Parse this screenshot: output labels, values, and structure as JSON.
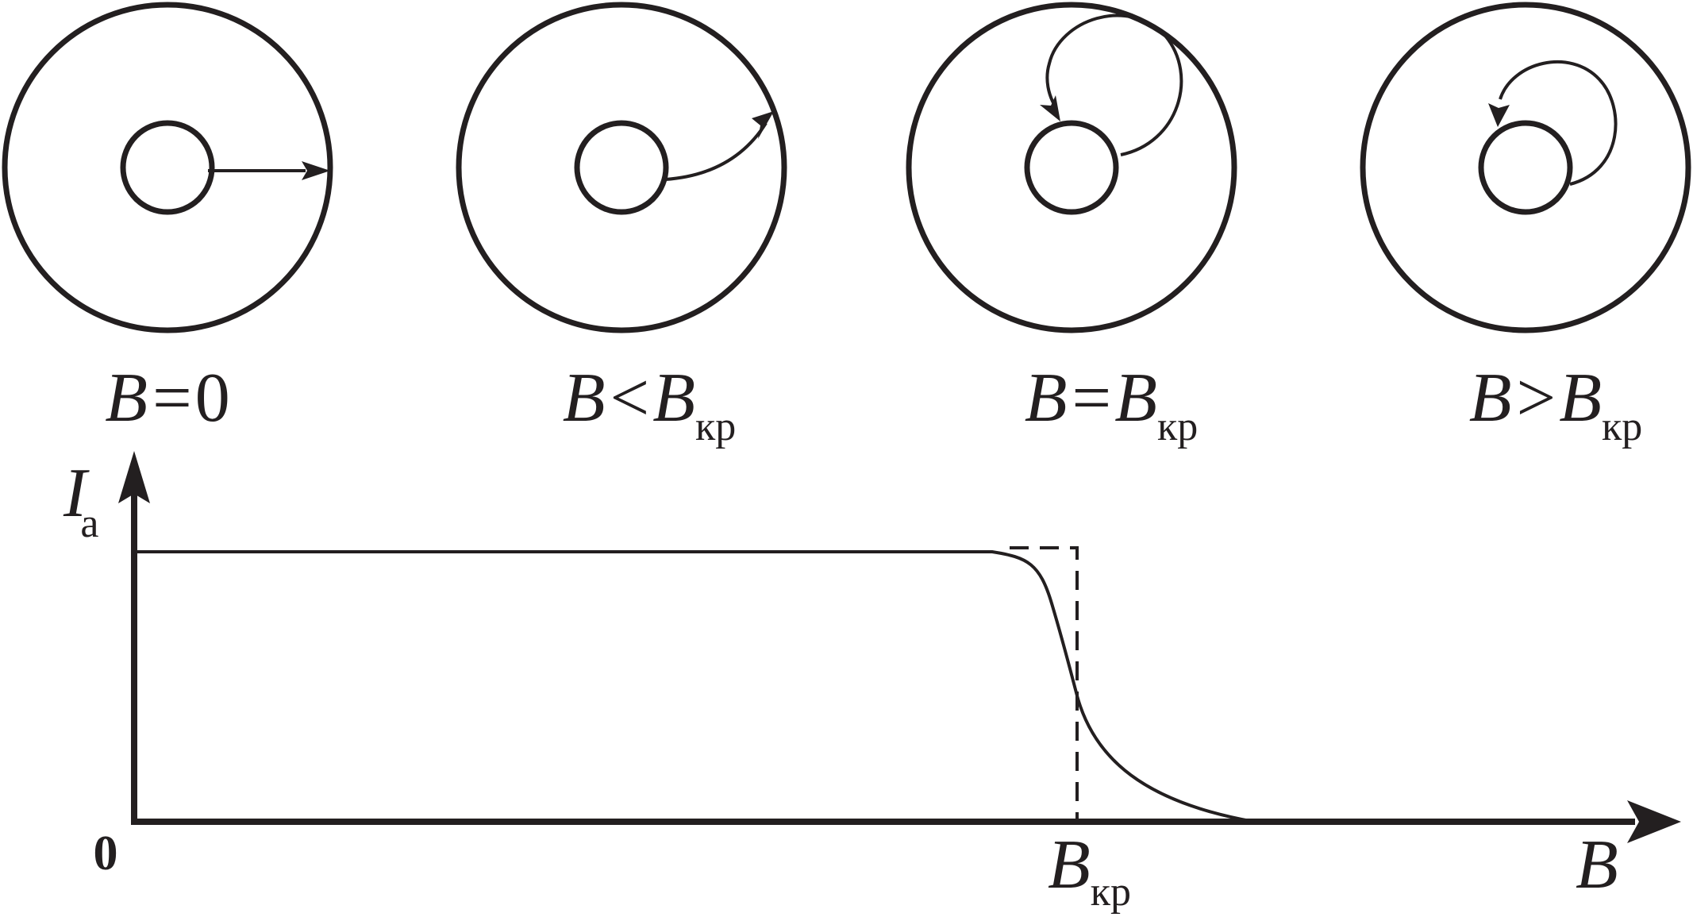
{
  "panels": [
    {
      "var": "B",
      "relation": "=",
      "value": "0",
      "sub": ""
    },
    {
      "var": "B",
      "relation": "<",
      "value": "B",
      "sub": "кр"
    },
    {
      "var": "B",
      "relation": "=",
      "value": "B",
      "sub": "кр"
    },
    {
      "var": "B",
      "relation": ">",
      "value": "B",
      "sub": "кр"
    }
  ],
  "graph": {
    "y_axis_label": "I",
    "y_axis_sub": "a",
    "x_axis_label": "B",
    "origin_label": "0",
    "critical_label": "B",
    "critical_sub": "кр"
  },
  "colors": {
    "ink": "#231f20",
    "background": "#ffffff"
  }
}
